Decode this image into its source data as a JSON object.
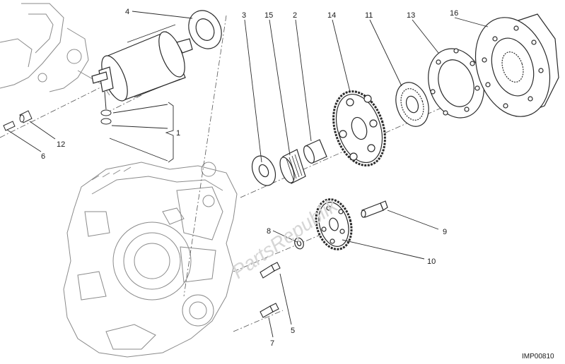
{
  "diagram": {
    "reference_code": "IMP00810",
    "watermark": "PartsRepublik",
    "callouts": [
      {
        "id": "1",
        "label": "1"
      },
      {
        "id": "2",
        "label": "2"
      },
      {
        "id": "3",
        "label": "3"
      },
      {
        "id": "4",
        "label": "4"
      },
      {
        "id": "5",
        "label": "5"
      },
      {
        "id": "6",
        "label": "6"
      },
      {
        "id": "7",
        "label": "7"
      },
      {
        "id": "8",
        "label": "8"
      },
      {
        "id": "9",
        "label": "9"
      },
      {
        "id": "10",
        "label": "10"
      },
      {
        "id": "11",
        "label": "11"
      },
      {
        "id": "12",
        "label": "12"
      },
      {
        "id": "13",
        "label": "13"
      },
      {
        "id": "14",
        "label": "14"
      },
      {
        "id": "15",
        "label": "15"
      },
      {
        "id": "16",
        "label": "16"
      }
    ],
    "colors": {
      "line": "#2a2a2a",
      "light_line": "#9a9a9a",
      "background": "#ffffff",
      "watermark": "#d6d6d6"
    }
  }
}
